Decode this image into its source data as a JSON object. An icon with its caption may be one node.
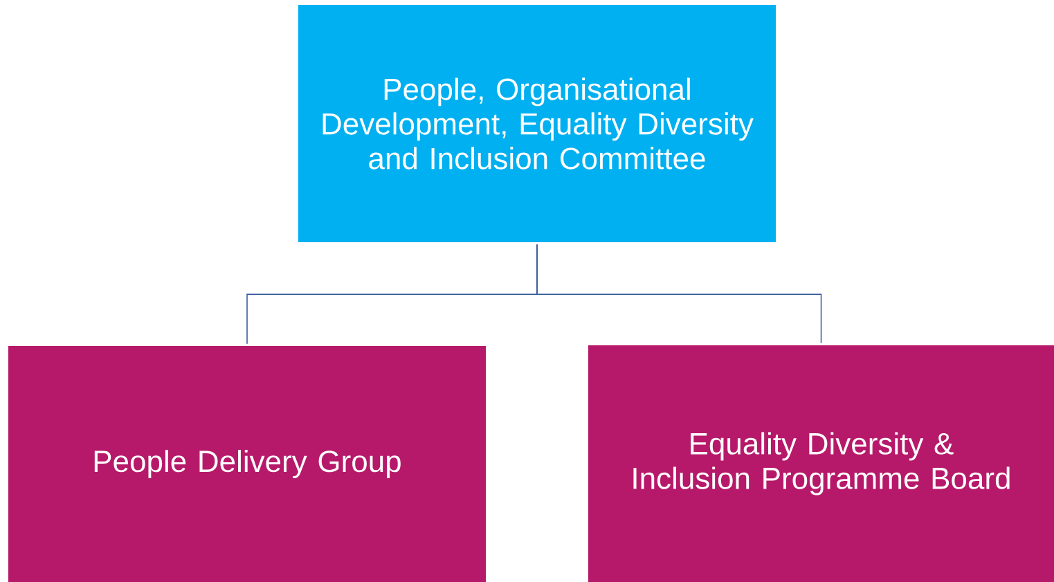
{
  "diagram": {
    "nodes": [
      {
        "text": [
          "People, Organisational Development, Equality Diversity and Inclusion Committee"
        ]
      },
      {
        "text": [
          "People Delivery Group"
        ]
      },
      {
        "text": [
          "Equality Diversity & Inclusion Programme Board"
        ]
      }
    ],
    "edges": [
      {
        "from": 0,
        "to": 1,
        "arrow": "none"
      },
      {
        "from": 0,
        "to": 2,
        "arrow": "none"
      }
    ]
  }
}
